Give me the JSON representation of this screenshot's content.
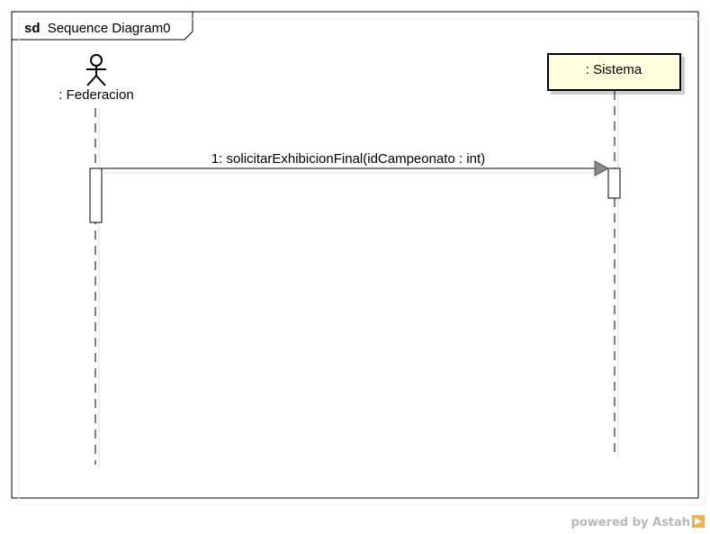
{
  "frame": {
    "keyword": "sd",
    "name": "Sequence Diagram0"
  },
  "lifelines": [
    {
      "id": "federacion",
      "label": ": Federacion",
      "kind": "actor"
    },
    {
      "id": "sistema",
      "label": ": Sistema",
      "kind": "object"
    }
  ],
  "messages": [
    {
      "label": "1: solicitarExhibicionFinal(idCampeonato : int)",
      "from": "federacion",
      "to": "sistema"
    }
  ],
  "colors": {
    "object_fill": "#ffffdd",
    "line": "#000000",
    "arrowhead": "#888888",
    "watermark": "#b8b8b8",
    "watermark_mark": "#f0b04c"
  },
  "watermark": {
    "text": "powered by Astah"
  }
}
